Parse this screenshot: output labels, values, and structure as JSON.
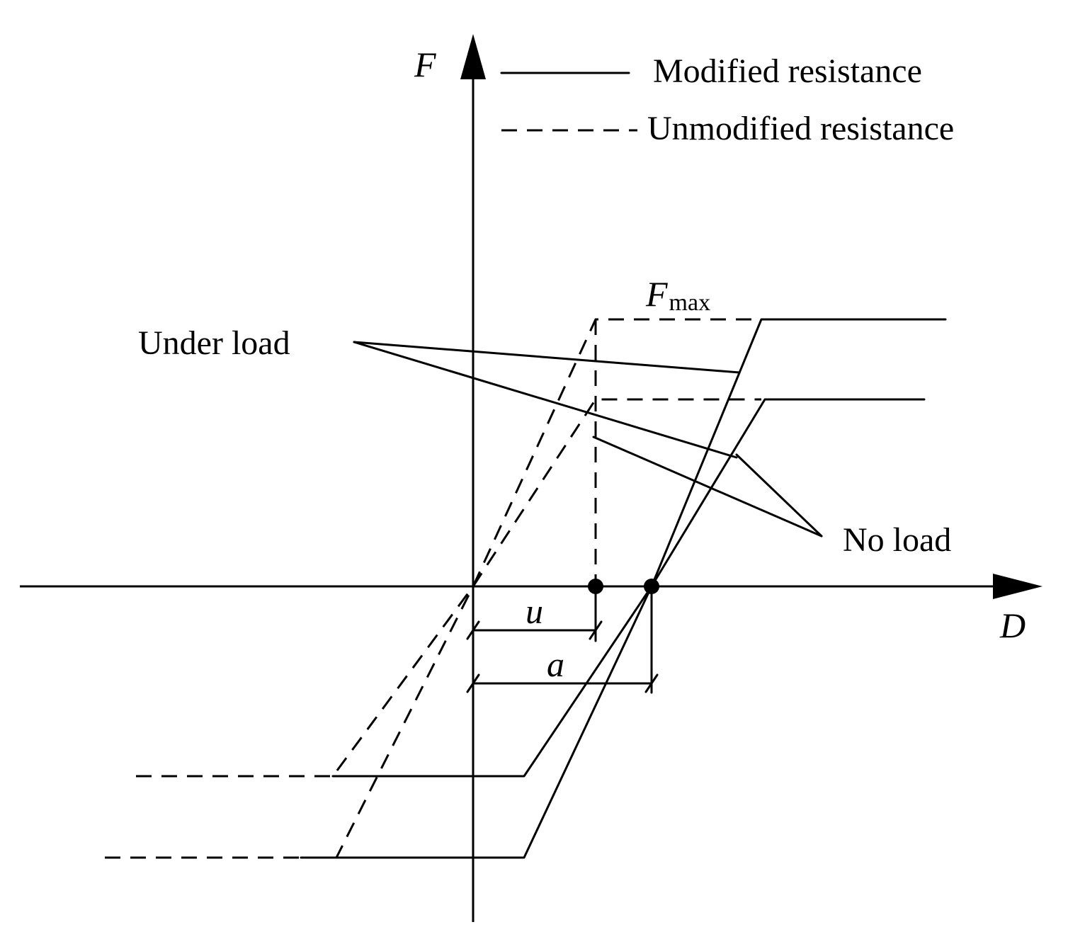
{
  "legend": {
    "modified": "Modified resistance",
    "unmodified": "Unmodified resistance"
  },
  "axes": {
    "y_label": "F",
    "x_label": "D"
  },
  "labels": {
    "fmax_main": "F",
    "fmax_sub": "max",
    "under_load": "Under load",
    "no_load": "No load",
    "u": "u",
    "a": "a"
  }
}
